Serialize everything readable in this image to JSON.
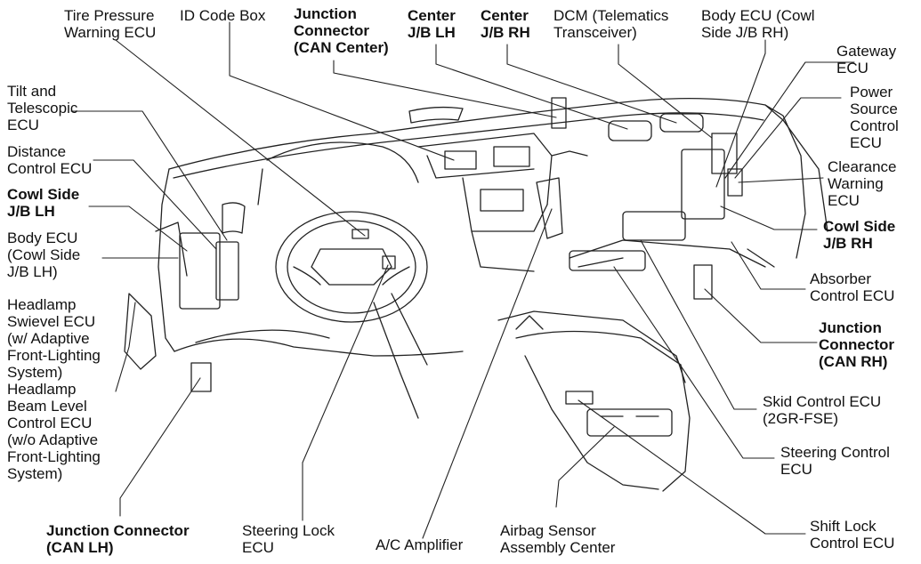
{
  "labels": {
    "tire_pressure": "Tire Pressure\nWarning ECU",
    "id_code_box": "ID Code Box",
    "junction_can_center": "Junction\nConnector\n(CAN Center)",
    "center_jb_lh": "Center\nJ/B LH",
    "center_jb_rh": "Center\nJ/B RH",
    "dcm": "DCM (Telematics\nTransceiver)",
    "body_ecu_rh": "Body ECU (Cowl\nSide J/B RH)",
    "gateway": "Gateway\nECU",
    "power_source": "Power\nSource\nControl\nECU",
    "clearance": "Clearance\nWarning\nECU",
    "cowl_side_rh": "Cowl Side\nJ/B RH",
    "absorber": "Absorber\nControl ECU",
    "junction_can_rh": "Junction\nConnector\n(CAN RH)",
    "skid": "Skid Control ECU\n(2GR-FSE)",
    "steering_control": "Steering Control\nECU",
    "shift_lock": "Shift Lock\nControl ECU",
    "airbag": "Airbag Sensor\nAssembly Center",
    "ac_amp": "A/C Amplifier",
    "steering_lock": "Steering Lock\nECU",
    "junction_can_lh": "Junction Connector\n(CAN LH)",
    "headlamp": "Headlamp\nSwievel ECU\n(w/ Adaptive\nFront-Lighting\nSystem)\nHeadlamp\nBeam Level\nControl ECU\n(w/o Adaptive\nFront-Lighting\nSystem)",
    "body_ecu_lh": "Body ECU\n(Cowl Side\nJ/B LH)",
    "cowl_side_lh": "Cowl Side\nJ/B LH",
    "distance": "Distance\nControl ECU",
    "tilt": "Tilt and\nTelescopic\nECU"
  }
}
